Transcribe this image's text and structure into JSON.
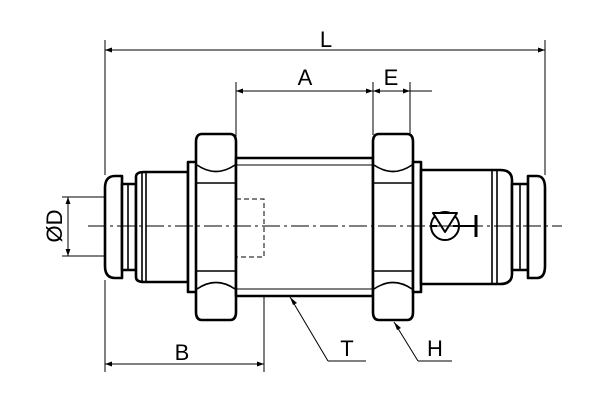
{
  "drawing": {
    "labels": {
      "L": "L",
      "A": "A",
      "E": "E",
      "D": "ØD",
      "B": "B",
      "T": "T",
      "H": "H"
    },
    "icon": "flow-direction-symbol"
  }
}
